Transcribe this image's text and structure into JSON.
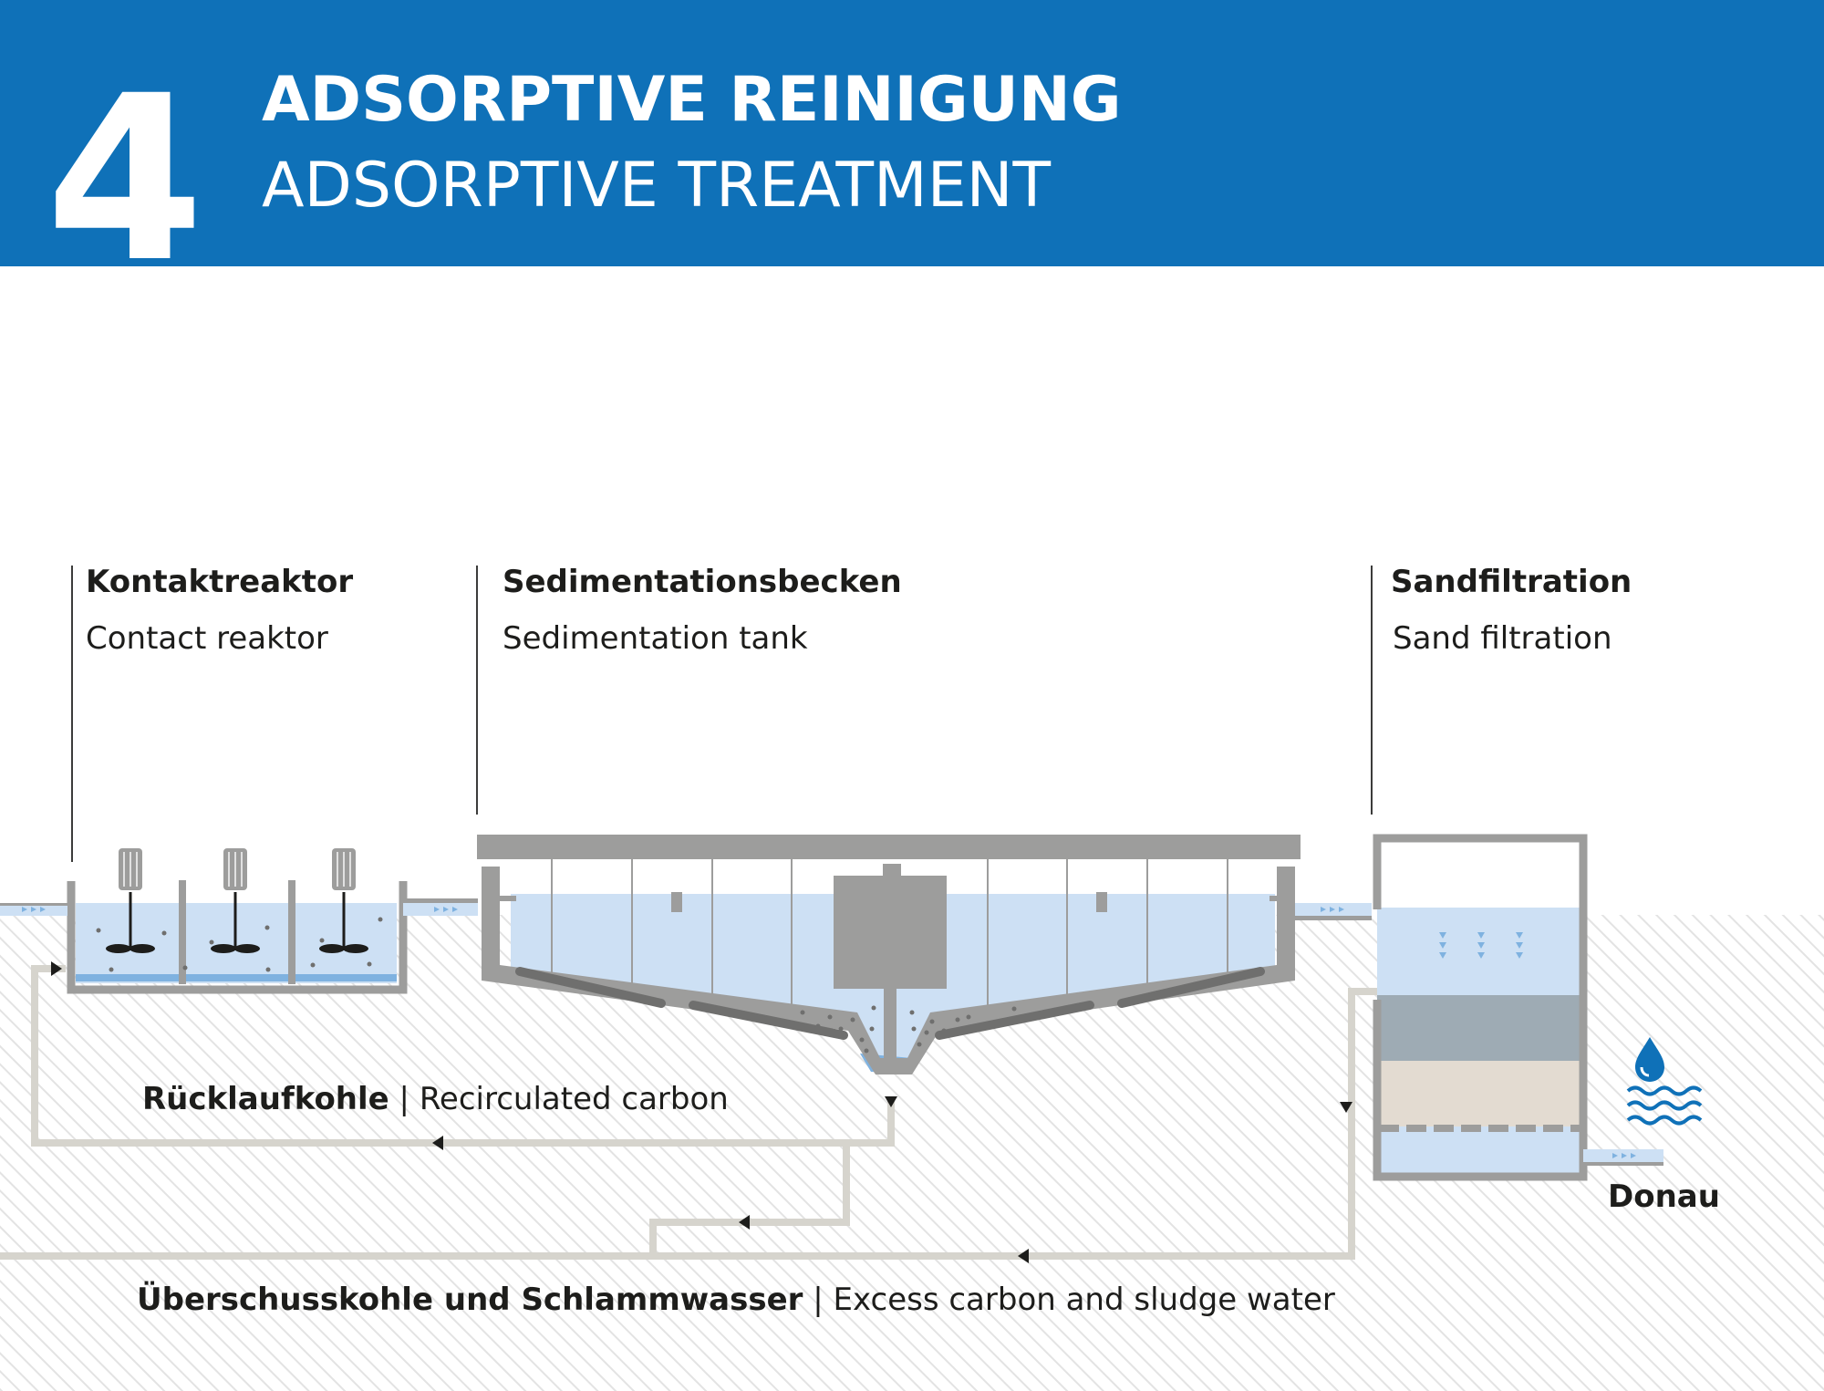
{
  "header": {
    "step_number": "4",
    "title_de": "ADSORPTIVE REINIGUNG",
    "title_en": "ADSORPTIVE TREATMENT",
    "background_color": "#0f71b8"
  },
  "stages": [
    {
      "id": "contact",
      "name_de": "Kontaktreaktor",
      "name_en": "Contact reaktor"
    },
    {
      "id": "sedimentation",
      "name_de": "Sedimentationsbecken",
      "name_en": "Sedimentation tank"
    },
    {
      "id": "sand",
      "name_de": "Sandfiltration",
      "name_en": "Sand filtration"
    }
  ],
  "flows": {
    "recirculated": {
      "label_de": "Rücklaufkohle",
      "separator": "|",
      "label_en": "Recirculated carbon"
    },
    "excess": {
      "label_de": "Überschusskohle und Schlammwasser",
      "separator": "|",
      "label_en": "Excess carbon and sludge water"
    }
  },
  "outlet": {
    "label": "Donau",
    "icon": "water-drop-waves-icon"
  },
  "colors": {
    "water": "#cde0f4",
    "structure": "#9d9d9c",
    "pipe": "#d6d4cd",
    "accent_blue": "#0f71b8",
    "gravel": "#9eabb4",
    "sand": "#e3dbd1"
  }
}
